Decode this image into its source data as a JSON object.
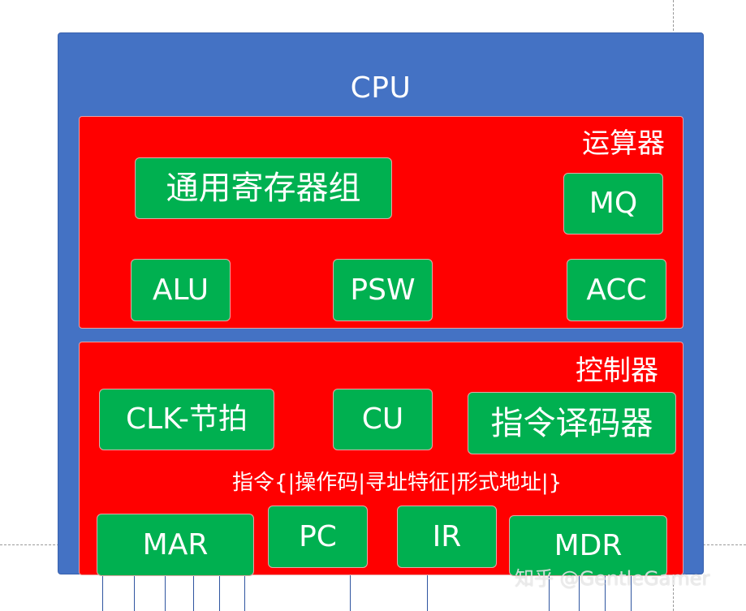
{
  "diagram": {
    "cpu": {
      "title": "CPU"
    },
    "alu_unit": {
      "title": "运算器",
      "registers": {
        "general": "通用寄存器组",
        "mq": "MQ",
        "alu": "ALU",
        "psw": "PSW",
        "acc": "ACC"
      }
    },
    "control_unit": {
      "title": "控制器",
      "components": {
        "clk": "CLK-节拍",
        "cu": "CU",
        "decoder": "指令译码器"
      },
      "instruction_format": "指令{|操作码|寻址特征|形式地址|}",
      "registers": {
        "mar": "MAR",
        "pc": "PC",
        "ir": "IR",
        "mdr": "MDR"
      }
    },
    "watermark": "知乎 @GentleGamer"
  },
  "colors": {
    "cpu_fill": "#4472c4",
    "unit_fill": "#ff0000",
    "register_fill": "#00b050",
    "text": "#ffffff"
  }
}
